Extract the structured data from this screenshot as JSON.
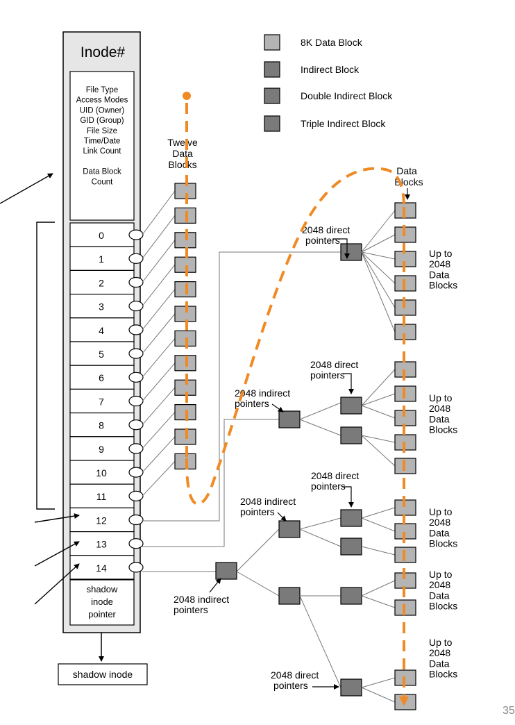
{
  "legend": [
    {
      "label": "8K Data Block",
      "color": "#b4b4b4"
    },
    {
      "label": "Indirect Block",
      "color": "#7a7a7a"
    },
    {
      "label": "Double Indirect Block",
      "color": "#7a7a7a"
    },
    {
      "label": "Triple Indirect Block",
      "color": "#7a7a7a"
    }
  ],
  "inode": {
    "title": "Inode#",
    "fields": [
      "File Type",
      "Access Modes",
      "UID (Owner)",
      "GID (Group)",
      "File Size",
      "Time/Date",
      "Link Count",
      "",
      "Data Block",
      "Count"
    ],
    "pointers": [
      "0",
      "1",
      "2",
      "3",
      "4",
      "5",
      "6",
      "7",
      "8",
      "9",
      "10",
      "11",
      "12",
      "13",
      "14"
    ],
    "shadow_pointer": [
      "shadow",
      "inode",
      "pointer"
    ]
  },
  "shadow_inode_label": "shadow inode",
  "labels": {
    "twelve": [
      "Twelve",
      "Data",
      "Blocks"
    ],
    "data_blocks": [
      "Data",
      "Blocks"
    ],
    "direct": [
      "2048 direct",
      "pointers"
    ],
    "indirect": [
      "2048 indirect",
      "pointers"
    ],
    "upto": [
      "Up to",
      "2048",
      "Data",
      "Blocks"
    ]
  },
  "page_number": "35",
  "colors": {
    "data_block": "#b4b4b4",
    "indirect_block": "#7a7a7a",
    "trace": "#f08a24",
    "inode_fill": "#e6e6e6"
  }
}
